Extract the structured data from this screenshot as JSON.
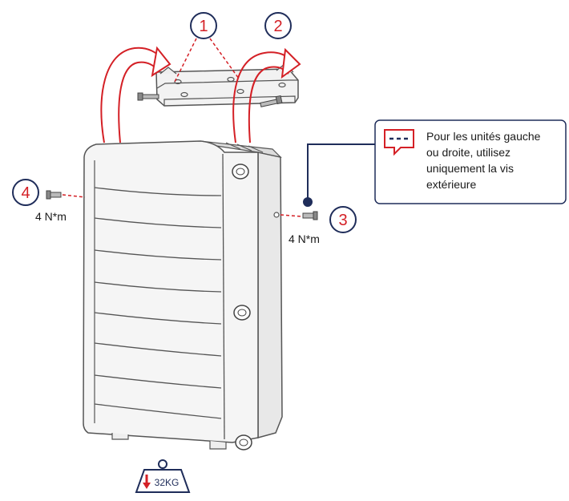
{
  "steps": [
    "1",
    "2",
    "3",
    "4"
  ],
  "callout": {
    "lines": [
      "Pour les unités gauche",
      "ou droite, utilisez",
      "uniquement la vis",
      "extérieure"
    ]
  },
  "torque": {
    "left": "4 N*m",
    "right": "4 N*m"
  },
  "weight": {
    "label": "32KG"
  },
  "colors": {
    "accent_red": "#d42026",
    "navy": "#1f2d5a",
    "outline": "#555555",
    "body_fill": "#f4f4f4"
  },
  "icons": {
    "callout": "chat-bubble-icon",
    "weight": "weight-icon"
  }
}
